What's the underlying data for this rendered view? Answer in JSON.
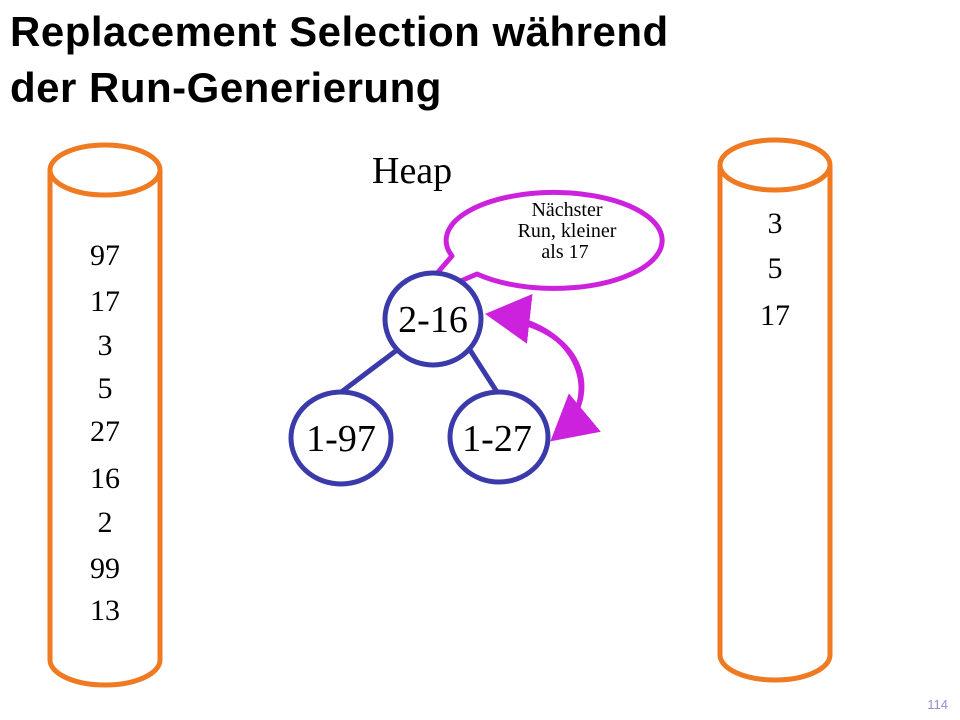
{
  "slide": {
    "title_line1": "Replacement Selection während",
    "title_line2": "der Run-Generierung",
    "page_number": "114"
  },
  "input_tape": {
    "values": [
      "97",
      "17",
      "3",
      "5",
      "27",
      "16",
      "2",
      "99",
      "13"
    ]
  },
  "output_tape": {
    "values": [
      "3",
      "5",
      "17"
    ]
  },
  "heap": {
    "label": "Heap",
    "root": "2-16",
    "left_child": "1-97",
    "right_child": "1-27"
  },
  "callout": {
    "lines": [
      "Nächster",
      "Run, kleiner",
      "als 17"
    ]
  },
  "colors": {
    "tape": "#f07a22",
    "node": "#3a3aaa",
    "callout": "#cc22dd"
  }
}
